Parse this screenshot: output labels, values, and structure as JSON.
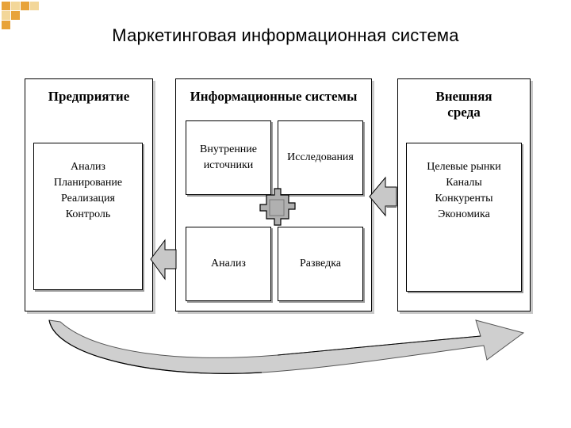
{
  "slide": {
    "title": "Маркетинговая информационная система"
  },
  "colors": {
    "deco_orange": "#e8a33a",
    "deco_light": "#f3d79a",
    "arrow_fill": "#c8c8c8",
    "puzzle_fill": "#b0b0b0"
  },
  "enterprise": {
    "title": "Предприятие",
    "items": [
      "Анализ",
      "Планирование",
      "Реализация",
      "Контроль"
    ]
  },
  "info_systems": {
    "title": "Информационные системы",
    "internal_sources": "Внутренние источники",
    "research": "Исследования",
    "analysis": "Анализ",
    "intelligence": "Разведка"
  },
  "environment": {
    "title": "Внешняя среда",
    "items": [
      "Целевые рынки",
      "Каналы",
      "Конкуренты",
      "Экономика"
    ]
  },
  "icons": {
    "puzzle": "puzzle-icon",
    "arrow_left_top": "arrow-left-icon",
    "arrow_left_bottom": "arrow-left-icon",
    "curved_arrow": "curved-arrow-icon"
  }
}
